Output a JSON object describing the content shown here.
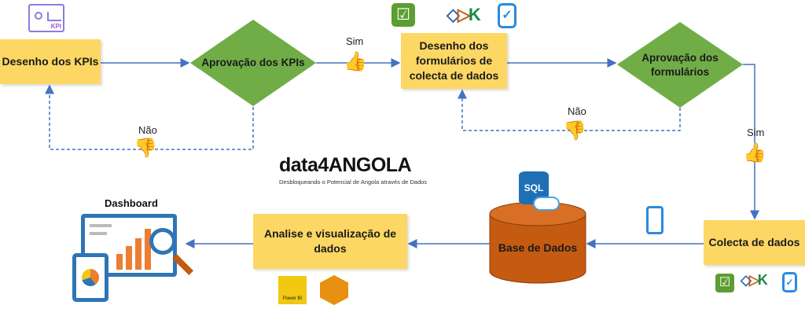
{
  "nodes": {
    "kpi_design": "Desenho dos KPIs",
    "kpi_approval": "Aprovação dos KPIs",
    "form_design": "Desenho dos formulários de colecta de dados",
    "form_approval": "Aprovação dos formulários",
    "data_collection": "Colecta de dados",
    "database": "Base de Dados",
    "analysis": "Analise e visualização de dados",
    "dashboard": "Dashboard"
  },
  "edges": {
    "yes1": "Sim",
    "no1": "Não",
    "no2": "Não",
    "yes2": "Sim"
  },
  "icons": {
    "kpi_text": "KPI",
    "sql_text": "SQL",
    "powerbi_text": "Power BI"
  },
  "logo": {
    "name": "data4ANGOLA",
    "tagline": "Desbloqueando o Potencial de Angola através de Dados"
  },
  "colors": {
    "box": "#fdd763",
    "diamond": "#70ad47",
    "arrow": "#4472c4",
    "db": "#c55a11"
  }
}
